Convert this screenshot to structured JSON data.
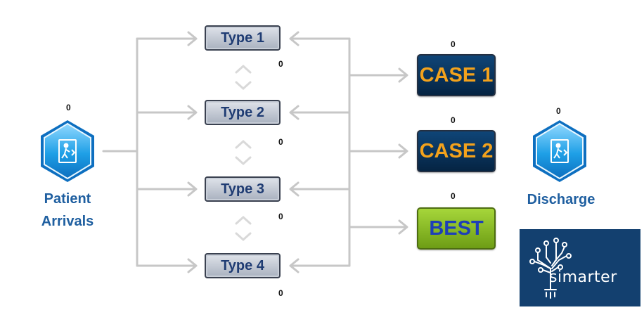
{
  "nodes": {
    "arrivals": {
      "label": "Patient Arrivals",
      "count": "0"
    },
    "types": [
      {
        "label": "Type 1",
        "count": "0"
      },
      {
        "label": "Type 2",
        "count": "0"
      },
      {
        "label": "Type 3",
        "count": "0"
      },
      {
        "label": "Type 4",
        "count": "0"
      }
    ],
    "cases": [
      {
        "label": "CASE 1",
        "count": "0"
      },
      {
        "label": "CASE 2",
        "count": "0"
      },
      {
        "label": "BEST",
        "count": "0"
      }
    ],
    "discharge": {
      "label": "Discharge",
      "count": "0"
    }
  },
  "logo": {
    "text": "simarter"
  },
  "icons": {
    "process": "person-exit-hexagon-icon",
    "swap": "chevron-up-down-icon",
    "logo": "circuit-tree-icon"
  },
  "colors": {
    "connector": "#c7c7c7",
    "type_text": "#1f3c73",
    "case_bg": "#0a3560",
    "case_text": "#f3a21c",
    "best_bg": "#8dc026",
    "best_text": "#1d3fb8",
    "hexagon": "#1e9fe6",
    "caption": "#1f5fa0",
    "logo_bg": "#13406f"
  }
}
